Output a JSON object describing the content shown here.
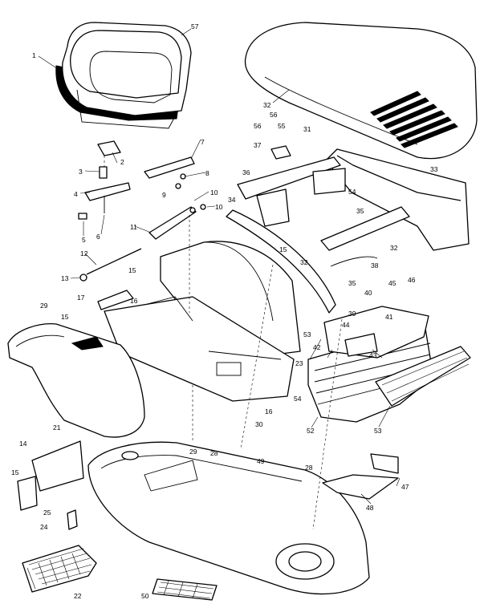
{
  "callouts": [
    {
      "id": "c1",
      "text": "1"
    },
    {
      "id": "c57",
      "text": "57"
    },
    {
      "id": "c32a",
      "text": "32"
    },
    {
      "id": "c2",
      "text": "2"
    },
    {
      "id": "c3",
      "text": "3"
    },
    {
      "id": "c4",
      "text": "4"
    },
    {
      "id": "c5",
      "text": "5"
    },
    {
      "id": "c6",
      "text": "6"
    },
    {
      "id": "c7",
      "text": "7"
    },
    {
      "id": "c8",
      "text": "8"
    },
    {
      "id": "c9",
      "text": "9"
    },
    {
      "id": "c10a",
      "text": "10"
    },
    {
      "id": "c10b",
      "text": "10"
    },
    {
      "id": "c11",
      "text": "11"
    },
    {
      "id": "c12",
      "text": "12"
    },
    {
      "id": "c13",
      "text": "13"
    },
    {
      "id": "c15a",
      "text": "15"
    },
    {
      "id": "c15b",
      "text": "15"
    },
    {
      "id": "c15c",
      "text": "15"
    },
    {
      "id": "c15d",
      "text": "15"
    },
    {
      "id": "c16a",
      "text": "16"
    },
    {
      "id": "c16b",
      "text": "16"
    },
    {
      "id": "c17",
      "text": "17"
    },
    {
      "id": "c29a",
      "text": "29"
    },
    {
      "id": "c29b",
      "text": "29"
    },
    {
      "id": "c21",
      "text": "21"
    },
    {
      "id": "c14",
      "text": "14"
    },
    {
      "id": "c25",
      "text": "25"
    },
    {
      "id": "c24",
      "text": "24"
    },
    {
      "id": "c22",
      "text": "22"
    },
    {
      "id": "c50",
      "text": "50"
    },
    {
      "id": "c28a",
      "text": "28"
    },
    {
      "id": "c28b",
      "text": "28"
    },
    {
      "id": "c30",
      "text": "30"
    },
    {
      "id": "c49",
      "text": "49"
    },
    {
      "id": "c23",
      "text": "23"
    },
    {
      "id": "c34",
      "text": "34"
    },
    {
      "id": "c36",
      "text": "36"
    },
    {
      "id": "c37",
      "text": "37"
    },
    {
      "id": "c56a",
      "text": "56"
    },
    {
      "id": "c56b",
      "text": "56"
    },
    {
      "id": "c55",
      "text": "55"
    },
    {
      "id": "c31",
      "text": "31"
    },
    {
      "id": "c33",
      "text": "33"
    },
    {
      "id": "c54a",
      "text": "54"
    },
    {
      "id": "c54b",
      "text": "54"
    },
    {
      "id": "c35a",
      "text": "35"
    },
    {
      "id": "c35b",
      "text": "35"
    },
    {
      "id": "c32b",
      "text": "32"
    },
    {
      "id": "c32c",
      "text": "32"
    },
    {
      "id": "c38",
      "text": "38"
    },
    {
      "id": "c39",
      "text": "39"
    },
    {
      "id": "c40",
      "text": "40"
    },
    {
      "id": "c45",
      "text": "45"
    },
    {
      "id": "c46",
      "text": "46"
    },
    {
      "id": "c44",
      "text": "44"
    },
    {
      "id": "c41",
      "text": "41"
    },
    {
      "id": "c53a",
      "text": "53"
    },
    {
      "id": "c53b",
      "text": "53"
    },
    {
      "id": "c42",
      "text": "42"
    },
    {
      "id": "c43",
      "text": "43"
    },
    {
      "id": "c52",
      "text": "52"
    },
    {
      "id": "c47",
      "text": "47"
    },
    {
      "id": "c48",
      "text": "48"
    }
  ]
}
